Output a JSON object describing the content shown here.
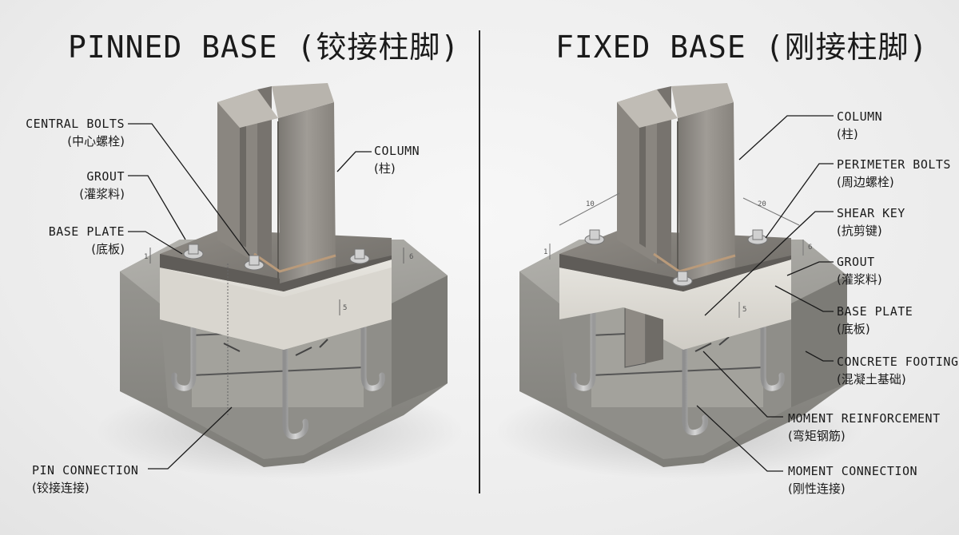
{
  "left_panel": {
    "title": "PINNED BASE (铰接柱脚)",
    "labels": {
      "central_bolts": {
        "en": "CENTRAL BOLTS",
        "zh": "(中心螺栓)"
      },
      "grout": {
        "en": "GROUT",
        "zh": "(灌浆料)"
      },
      "base_plate": {
        "en": "BASE PLATE",
        "zh": "(底板)"
      },
      "column": {
        "en": "COLUMN",
        "zh": "(柱)"
      },
      "pin_connection": {
        "en": "PIN CONNECTION",
        "zh": "(铰接连接)"
      }
    },
    "dims": {
      "d1": "1",
      "d2": "6",
      "d3": "5"
    }
  },
  "right_panel": {
    "title": "FIXED BASE (刚接柱脚)",
    "labels": {
      "column": {
        "en": "COLUMN",
        "zh": "(柱)"
      },
      "perimeter_bolts": {
        "en": "PERIMETER BOLTS",
        "zh": "(周边螺栓)"
      },
      "shear_key": {
        "en": "SHEAR KEY",
        "zh": "(抗剪键)"
      },
      "grout": {
        "en": "GROUT",
        "zh": "(灌浆料)"
      },
      "base_plate": {
        "en": "BASE PLATE",
        "zh": "(底板)"
      },
      "concrete_footing": {
        "en": "CONCRETE FOOTING",
        "zh": "(混凝土基础)"
      },
      "moment_reinforcement": {
        "en": "MOMENT REINFORCEMENT",
        "zh": "(弯矩钢筋)"
      },
      "moment_connection": {
        "en": "MOMENT CONNECTION",
        "zh": "(刚性连接)"
      }
    },
    "dims": {
      "d10": "10",
      "d20": "20",
      "d1": "1",
      "d6": "6",
      "d5": "5"
    }
  },
  "colors": {
    "concrete": "#9a9a96",
    "concrete_dark": "#7d7d79",
    "steel": "#8c8984",
    "steel_light": "#a7a39d",
    "grout": "#dcdad4",
    "bolt": "#b9b9b9"
  }
}
